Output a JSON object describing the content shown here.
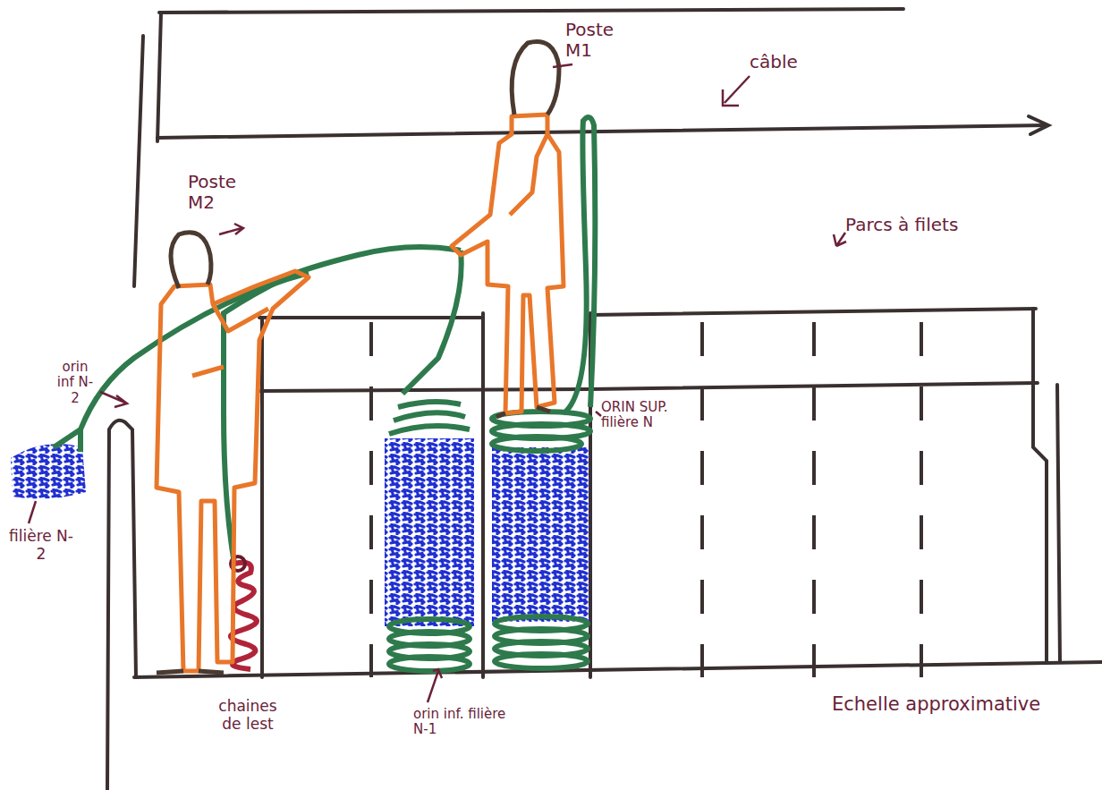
{
  "diagram": {
    "labels": [
      "Poste M1",
      "câble",
      "Poste M2",
      "Parcs à filets",
      "orin inf N-2",
      "filière N-2",
      "ORIN SUP. filière N",
      "chaines de lest",
      "orin inf. filière N-1",
      "Echelle approximative"
    ]
  }
}
